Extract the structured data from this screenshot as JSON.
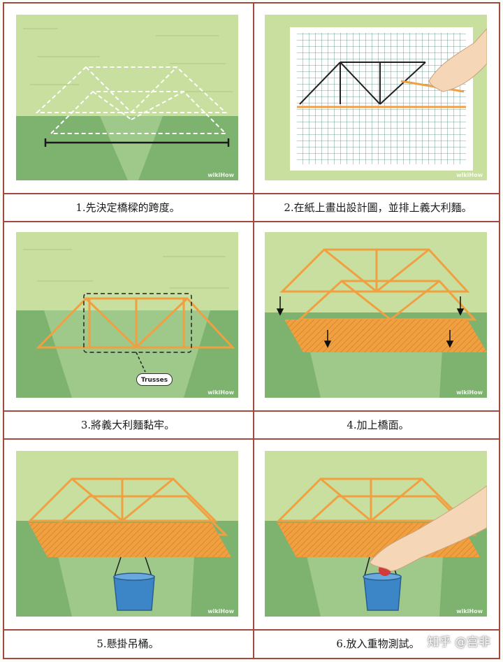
{
  "steps": [
    {
      "caption": "1.先決定橋樑的跨度。"
    },
    {
      "caption": "2.在紙上畫出設計圖，並排上義大利麵。"
    },
    {
      "caption": "3.將義大利麵黏牢。"
    },
    {
      "caption": "4.加上橋面。"
    },
    {
      "caption": "5.懸掛吊桶。"
    },
    {
      "caption": "6.放入重物測試。"
    }
  ],
  "panel3_label": "Trusses",
  "watermark": "wikiHow",
  "credit": "知乎 @宫非",
  "colors": {
    "border": "#a24a3c",
    "sky": "#c9dfa0",
    "ground": "#7eb36f",
    "pasta": "#f0a040",
    "grid": "#4f8a7a",
    "bucket": "#3c86c8"
  }
}
